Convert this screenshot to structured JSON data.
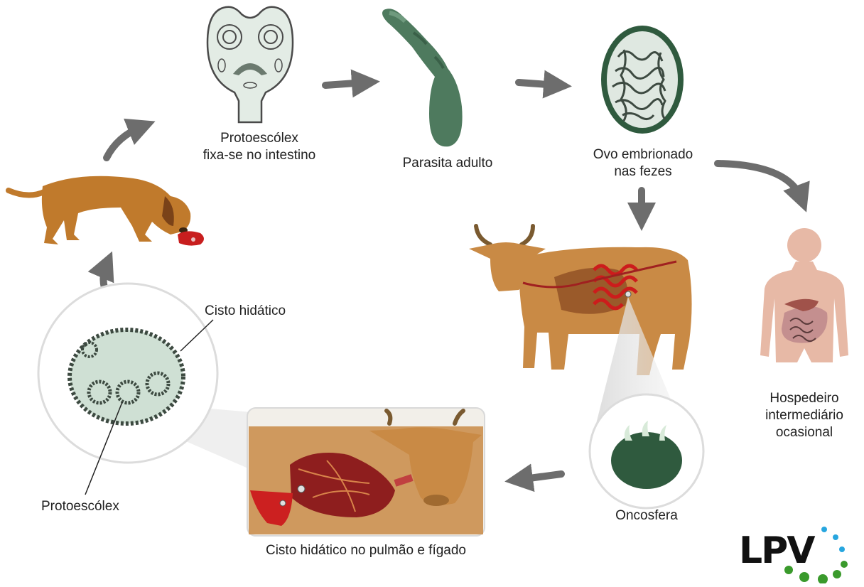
{
  "diagram": {
    "stages": {
      "protoscolex_attach": {
        "line1": "Protoescólex",
        "line2": "fixa-se no intestino"
      },
      "adult": {
        "label": "Parasita adulto"
      },
      "egg": {
        "line1": "Ovo embrionado",
        "line2": "nas fezes"
      },
      "human": {
        "line1": "Hospedeiro",
        "line2": "intermediário",
        "line3": "ocasional"
      },
      "oncosphere": {
        "label": "Oncosfera"
      },
      "cyst_organs": {
        "label": "Cisto hidático no pulmão e fígado"
      },
      "cyst": {
        "label": "Cisto hidático"
      },
      "protoscolex": {
        "label": "Protoescólex"
      }
    },
    "logo": {
      "text": "LPV"
    },
    "colors": {
      "arrow": "#6d6d6d",
      "parasite_green": "#3f6f54",
      "cyst_fill": "#cfe0d4",
      "dog": "#c07a2c",
      "cow": "#c98a45",
      "organ_red": "#a82020",
      "human": "#e7b9a6",
      "logo_green": "#3a9a2c",
      "logo_blue": "#27a6df"
    }
  }
}
